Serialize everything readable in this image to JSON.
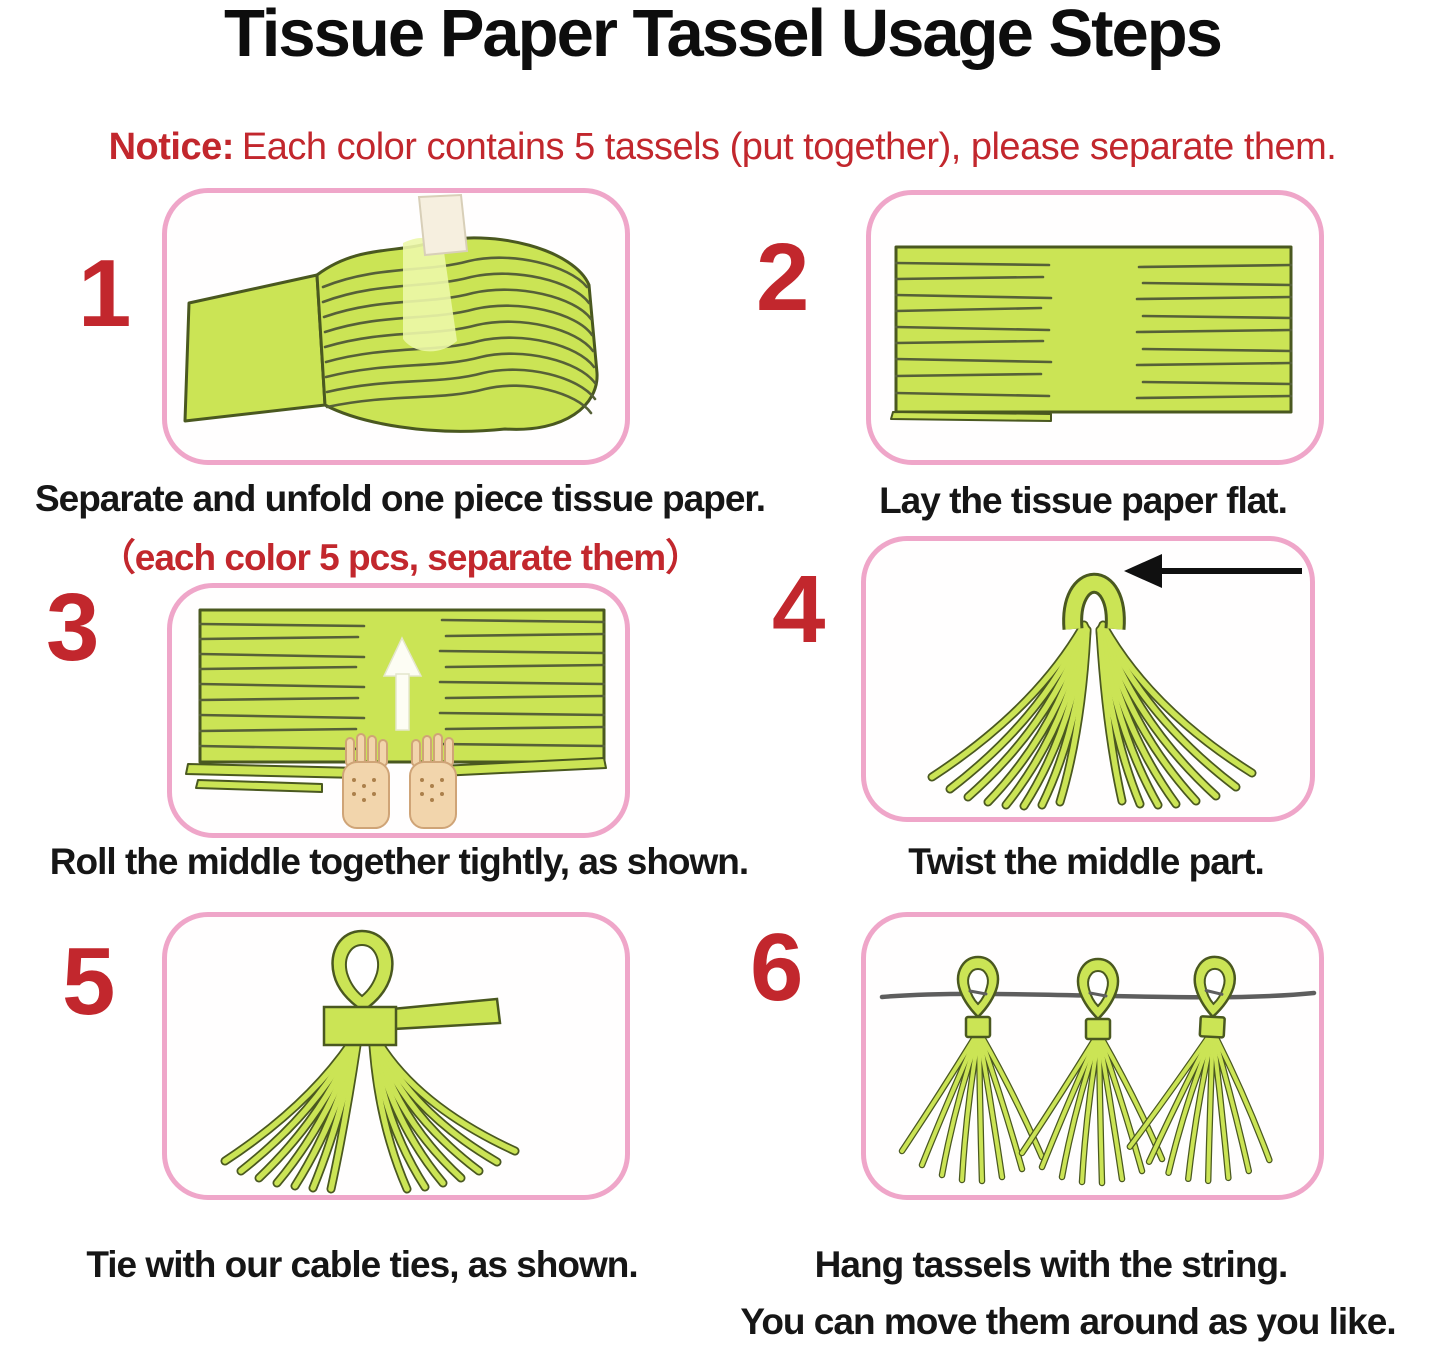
{
  "title": "Tissue Paper Tassel Usage Steps",
  "notice": {
    "label": "Notice:",
    "text": "Each color contains 5 tassels (put together), please separate them."
  },
  "colors": {
    "accent_red": "#c2272d",
    "frame_pink": "#efa6c9",
    "tissue_green": "#cbe455",
    "tissue_outline": "#4a5820",
    "text_black": "#161616"
  },
  "steps": [
    {
      "number": "1",
      "caption": "Separate and unfold one piece tissue paper.",
      "subcaption": "（each color 5 pcs, separate them）",
      "illustration": "fringed-tissue-being-separated"
    },
    {
      "number": "2",
      "caption": "Lay the tissue paper flat.",
      "illustration": "flat-fringed-tissue"
    },
    {
      "number": "3",
      "caption": "Roll the middle together tightly, as shown.",
      "illustration": "hands-rolling-middle"
    },
    {
      "number": "4",
      "caption": "Twist the middle part.",
      "illustration": "folded-tassel-with-arrow"
    },
    {
      "number": "5",
      "caption": "Tie with our cable ties, as shown.",
      "illustration": "tassel-tied-with-cable-tie"
    },
    {
      "number": "6",
      "caption": "Hang tassels with the string.",
      "caption2": "You can move them around as you like.",
      "illustration": "three-tassels-on-string"
    }
  ]
}
